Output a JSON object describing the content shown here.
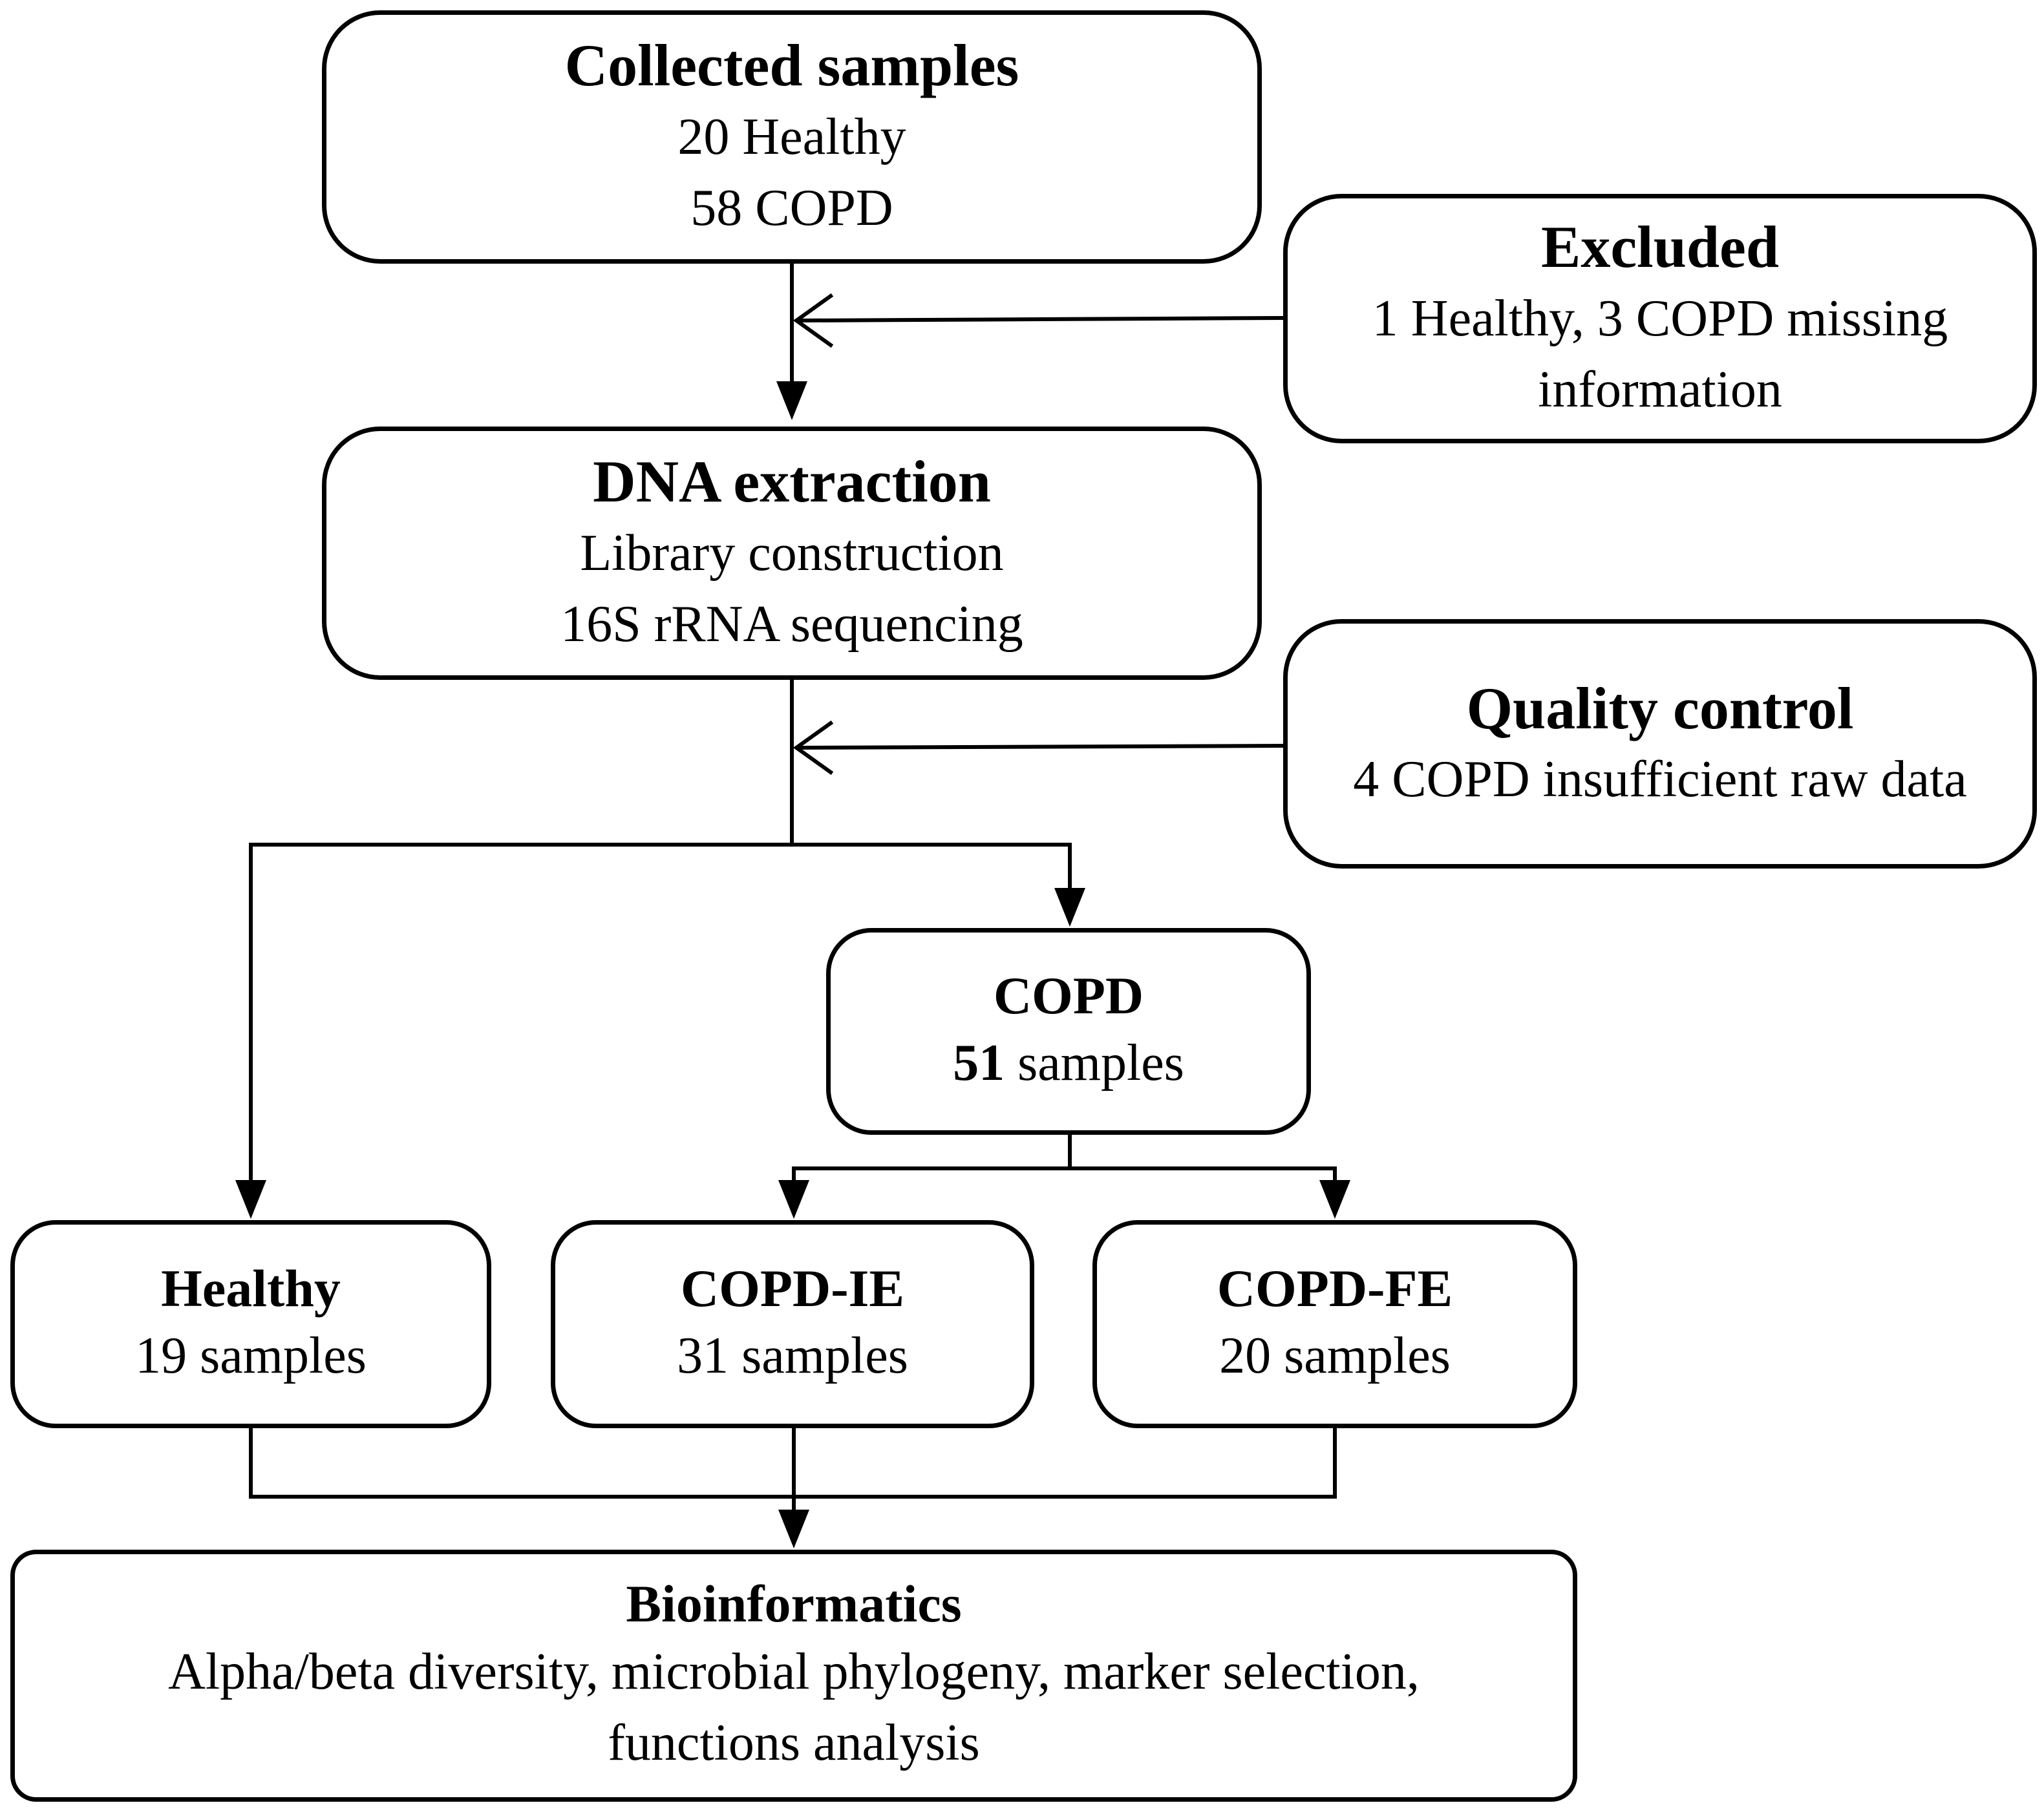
{
  "collected": {
    "title": "Collected samples",
    "lines": [
      "20 Healthy",
      "58 COPD"
    ]
  },
  "excluded": {
    "title": "Excluded",
    "lines": [
      "1 Healthy, 3 COPD missing",
      "information"
    ]
  },
  "dna": {
    "title": "DNA extraction",
    "lines": [
      "Library construction",
      "16S rRNA sequencing"
    ]
  },
  "quality": {
    "title": "Quality control",
    "lines": [
      "4 COPD insufficient raw data"
    ]
  },
  "copd": {
    "title": "COPD",
    "count": "51",
    "suffix": " samples"
  },
  "healthy": {
    "title": "Healthy",
    "lines": [
      "19 samples"
    ]
  },
  "copd_ie": {
    "title": "COPD-IE",
    "lines": [
      "31 samples"
    ]
  },
  "copd_fe": {
    "title": "COPD-FE",
    "lines": [
      "20 samples"
    ]
  },
  "bioinformatics": {
    "title": "Bioinformatics",
    "lines": [
      "Alpha/beta diversity, microbial phylogeny, marker selection,",
      "functions analysis"
    ]
  }
}
